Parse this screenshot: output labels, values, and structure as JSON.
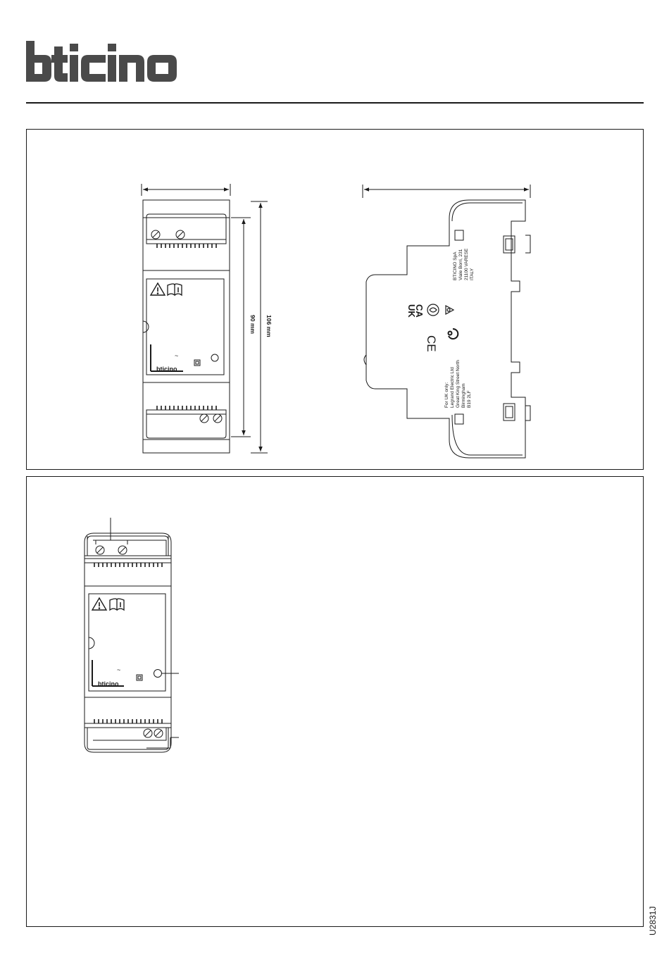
{
  "brand": {
    "logo_text": "bticino"
  },
  "document": {
    "code": "U2831J"
  },
  "front_view": {
    "logo_text": "bticino",
    "ac_symbol": "~",
    "warning_icon": "warning-triangle-icon",
    "manual_icon": "read-manual-icon"
  },
  "dimensions": {
    "height_inner": "90 mm",
    "height_outer": "106 mm"
  },
  "side_view": {
    "manufacturer": {
      "line1": "BTICINO SpA",
      "line2": "Viale Borri, 231",
      "line3": "21100 VARESE",
      "line4": "ITALY"
    },
    "uk_address": {
      "line1": "For UK only:",
      "line2": "Legrand Electric Ltd",
      "line3": "Great King Street North",
      "line4": "Birmingham",
      "line5": "B19 2LF"
    },
    "marks": {
      "ukca_line1": "UK",
      "ukca_line2": "CA",
      "ce": "CE"
    },
    "mark_icons": [
      "ukca-mark-icon",
      "ce-mark-icon",
      "recycle-mark-icon",
      "triangle-mark-icon",
      "safety-mark-icon"
    ]
  },
  "connection_view": {
    "logo_text": "bticino",
    "ac_symbol": "~",
    "warning_icon": "warning-triangle-icon",
    "manual_icon": "read-manual-icon"
  }
}
